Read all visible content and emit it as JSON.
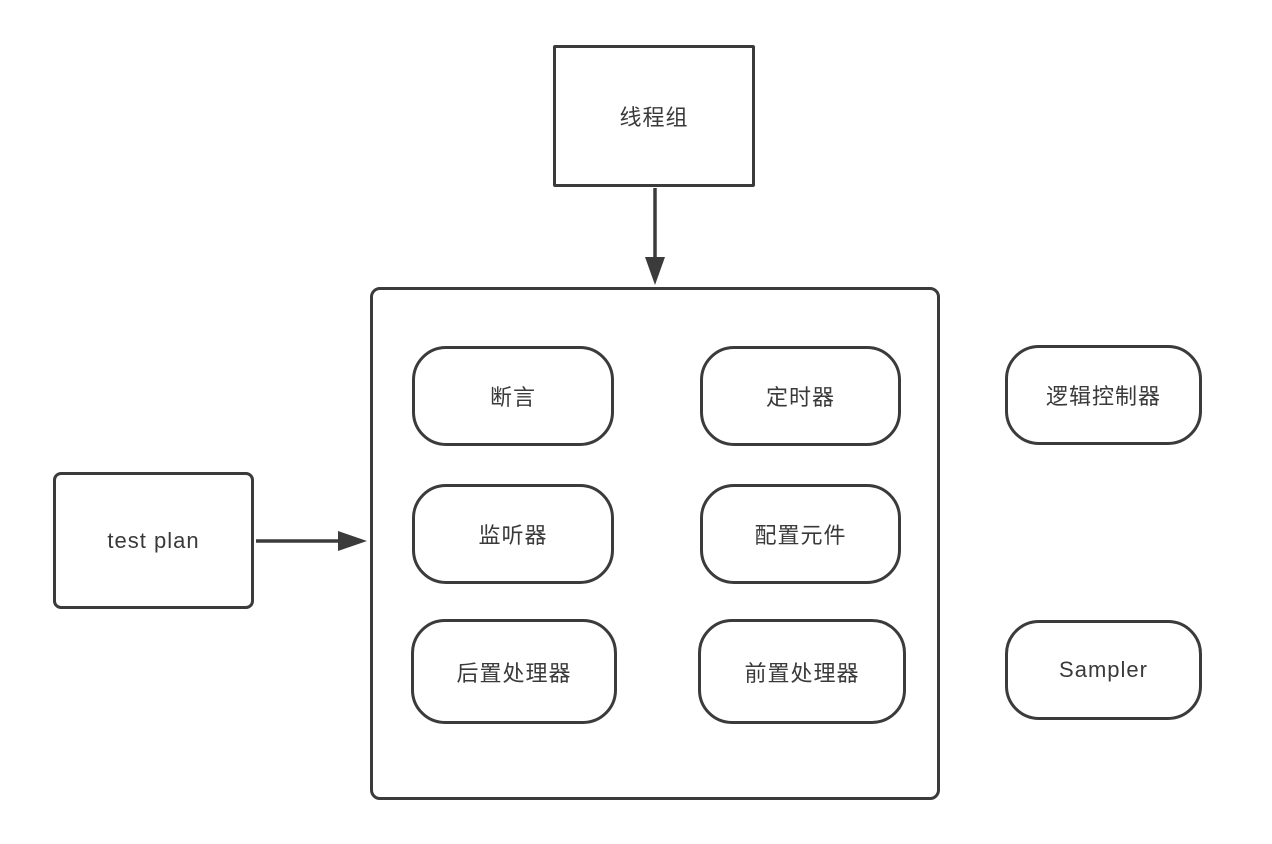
{
  "diagram": {
    "background_color": "#ffffff",
    "stroke_color": "#3b3b3b",
    "text_color": "#3a3a3a",
    "nodes": {
      "thread_group": {
        "label": "线程组",
        "shape": "rectangle"
      },
      "test_plan": {
        "label": "test plan",
        "shape": "rounded-rectangle"
      },
      "assertion": {
        "label": "断言",
        "shape": "pill"
      },
      "timer": {
        "label": "定时器",
        "shape": "pill"
      },
      "listener": {
        "label": "监听器",
        "shape": "pill"
      },
      "config_element": {
        "label": "配置元件",
        "shape": "pill"
      },
      "post_processor": {
        "label": "后置处理器",
        "shape": "pill"
      },
      "pre_processor": {
        "label": "前置处理器",
        "shape": "pill"
      },
      "logic_controller": {
        "label": "逻辑控制器",
        "shape": "pill"
      },
      "sampler": {
        "label": "Sampler",
        "shape": "pill"
      }
    },
    "edges": [
      {
        "from": "thread_group",
        "to": "main_container",
        "direction": "down"
      },
      {
        "from": "test_plan",
        "to": "main_container",
        "direction": "right"
      }
    ]
  }
}
